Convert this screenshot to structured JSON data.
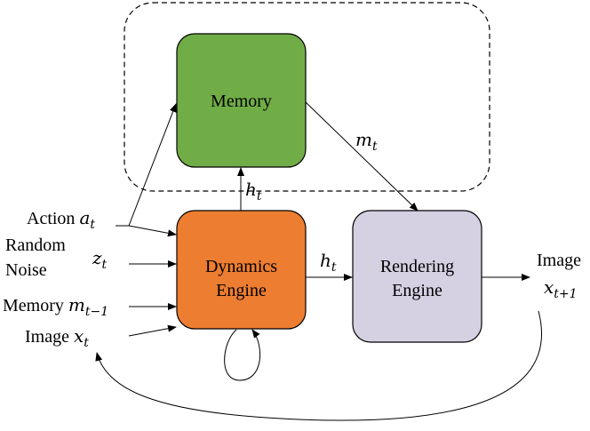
{
  "diagram": {
    "nodes": {
      "memory": {
        "line1": "Memory",
        "fill": "#70AD47"
      },
      "dynamics": {
        "line1": "Dynamics",
        "line2": "Engine",
        "fill": "#ED7D31"
      },
      "rendering": {
        "line1": "Rendering",
        "line2": "Engine",
        "fill": "#D5D0E2"
      }
    },
    "inputs": {
      "action": {
        "label": "Action",
        "sym": "a",
        "sub": "t"
      },
      "noise": {
        "label1": "Random",
        "label2": "Noise",
        "sym": "z",
        "sub": "t"
      },
      "memory_prev": {
        "label": "Memory",
        "sym": "m",
        "sub": "t−1"
      },
      "image": {
        "label": "Image",
        "sym": "x",
        "sub": "t"
      }
    },
    "output": {
      "label": "Image",
      "sym": "x",
      "sub": "t+1"
    },
    "edges": {
      "memory_out": {
        "sym": "m",
        "sub": "t"
      },
      "state_up": {
        "sym": "h",
        "sub": "t"
      },
      "state_right": {
        "sym": "h",
        "sub": "t"
      }
    }
  }
}
